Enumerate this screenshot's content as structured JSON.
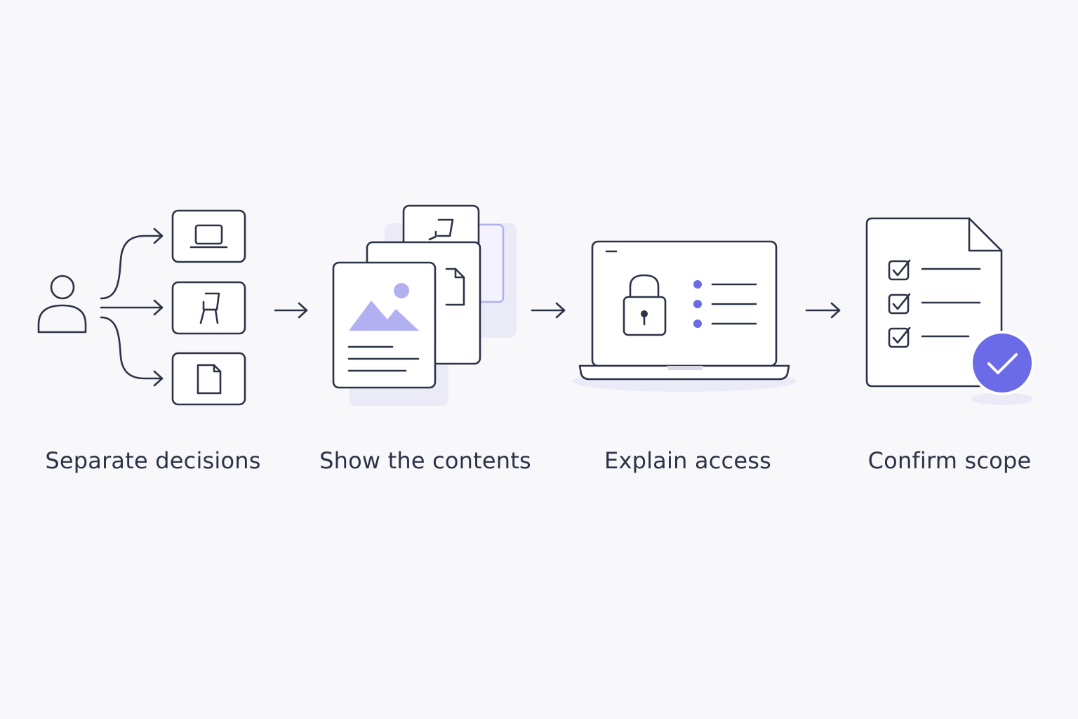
{
  "steps": [
    {
      "label": "Separate decisions"
    },
    {
      "label": "Show the contents"
    },
    {
      "label": "Explain access"
    },
    {
      "label": "Confirm scope"
    }
  ],
  "colors": {
    "background": "#f8f8fa",
    "ink": "#2c3347",
    "accent": "#6b6be8",
    "accent_soft": "#b3b0f2",
    "shadow_soft": "#ebebf8"
  },
  "icons": {
    "step1": [
      "person-icon",
      "laptop-icon",
      "chair-icon",
      "document-icon"
    ],
    "step2": [
      "image-document-icon",
      "file-icon",
      "chair-icon"
    ],
    "step3": [
      "laptop-icon",
      "padlock-icon",
      "bullet-list-icon"
    ],
    "step4": [
      "checklist-document-icon",
      "checkmark-badge-icon"
    ]
  }
}
